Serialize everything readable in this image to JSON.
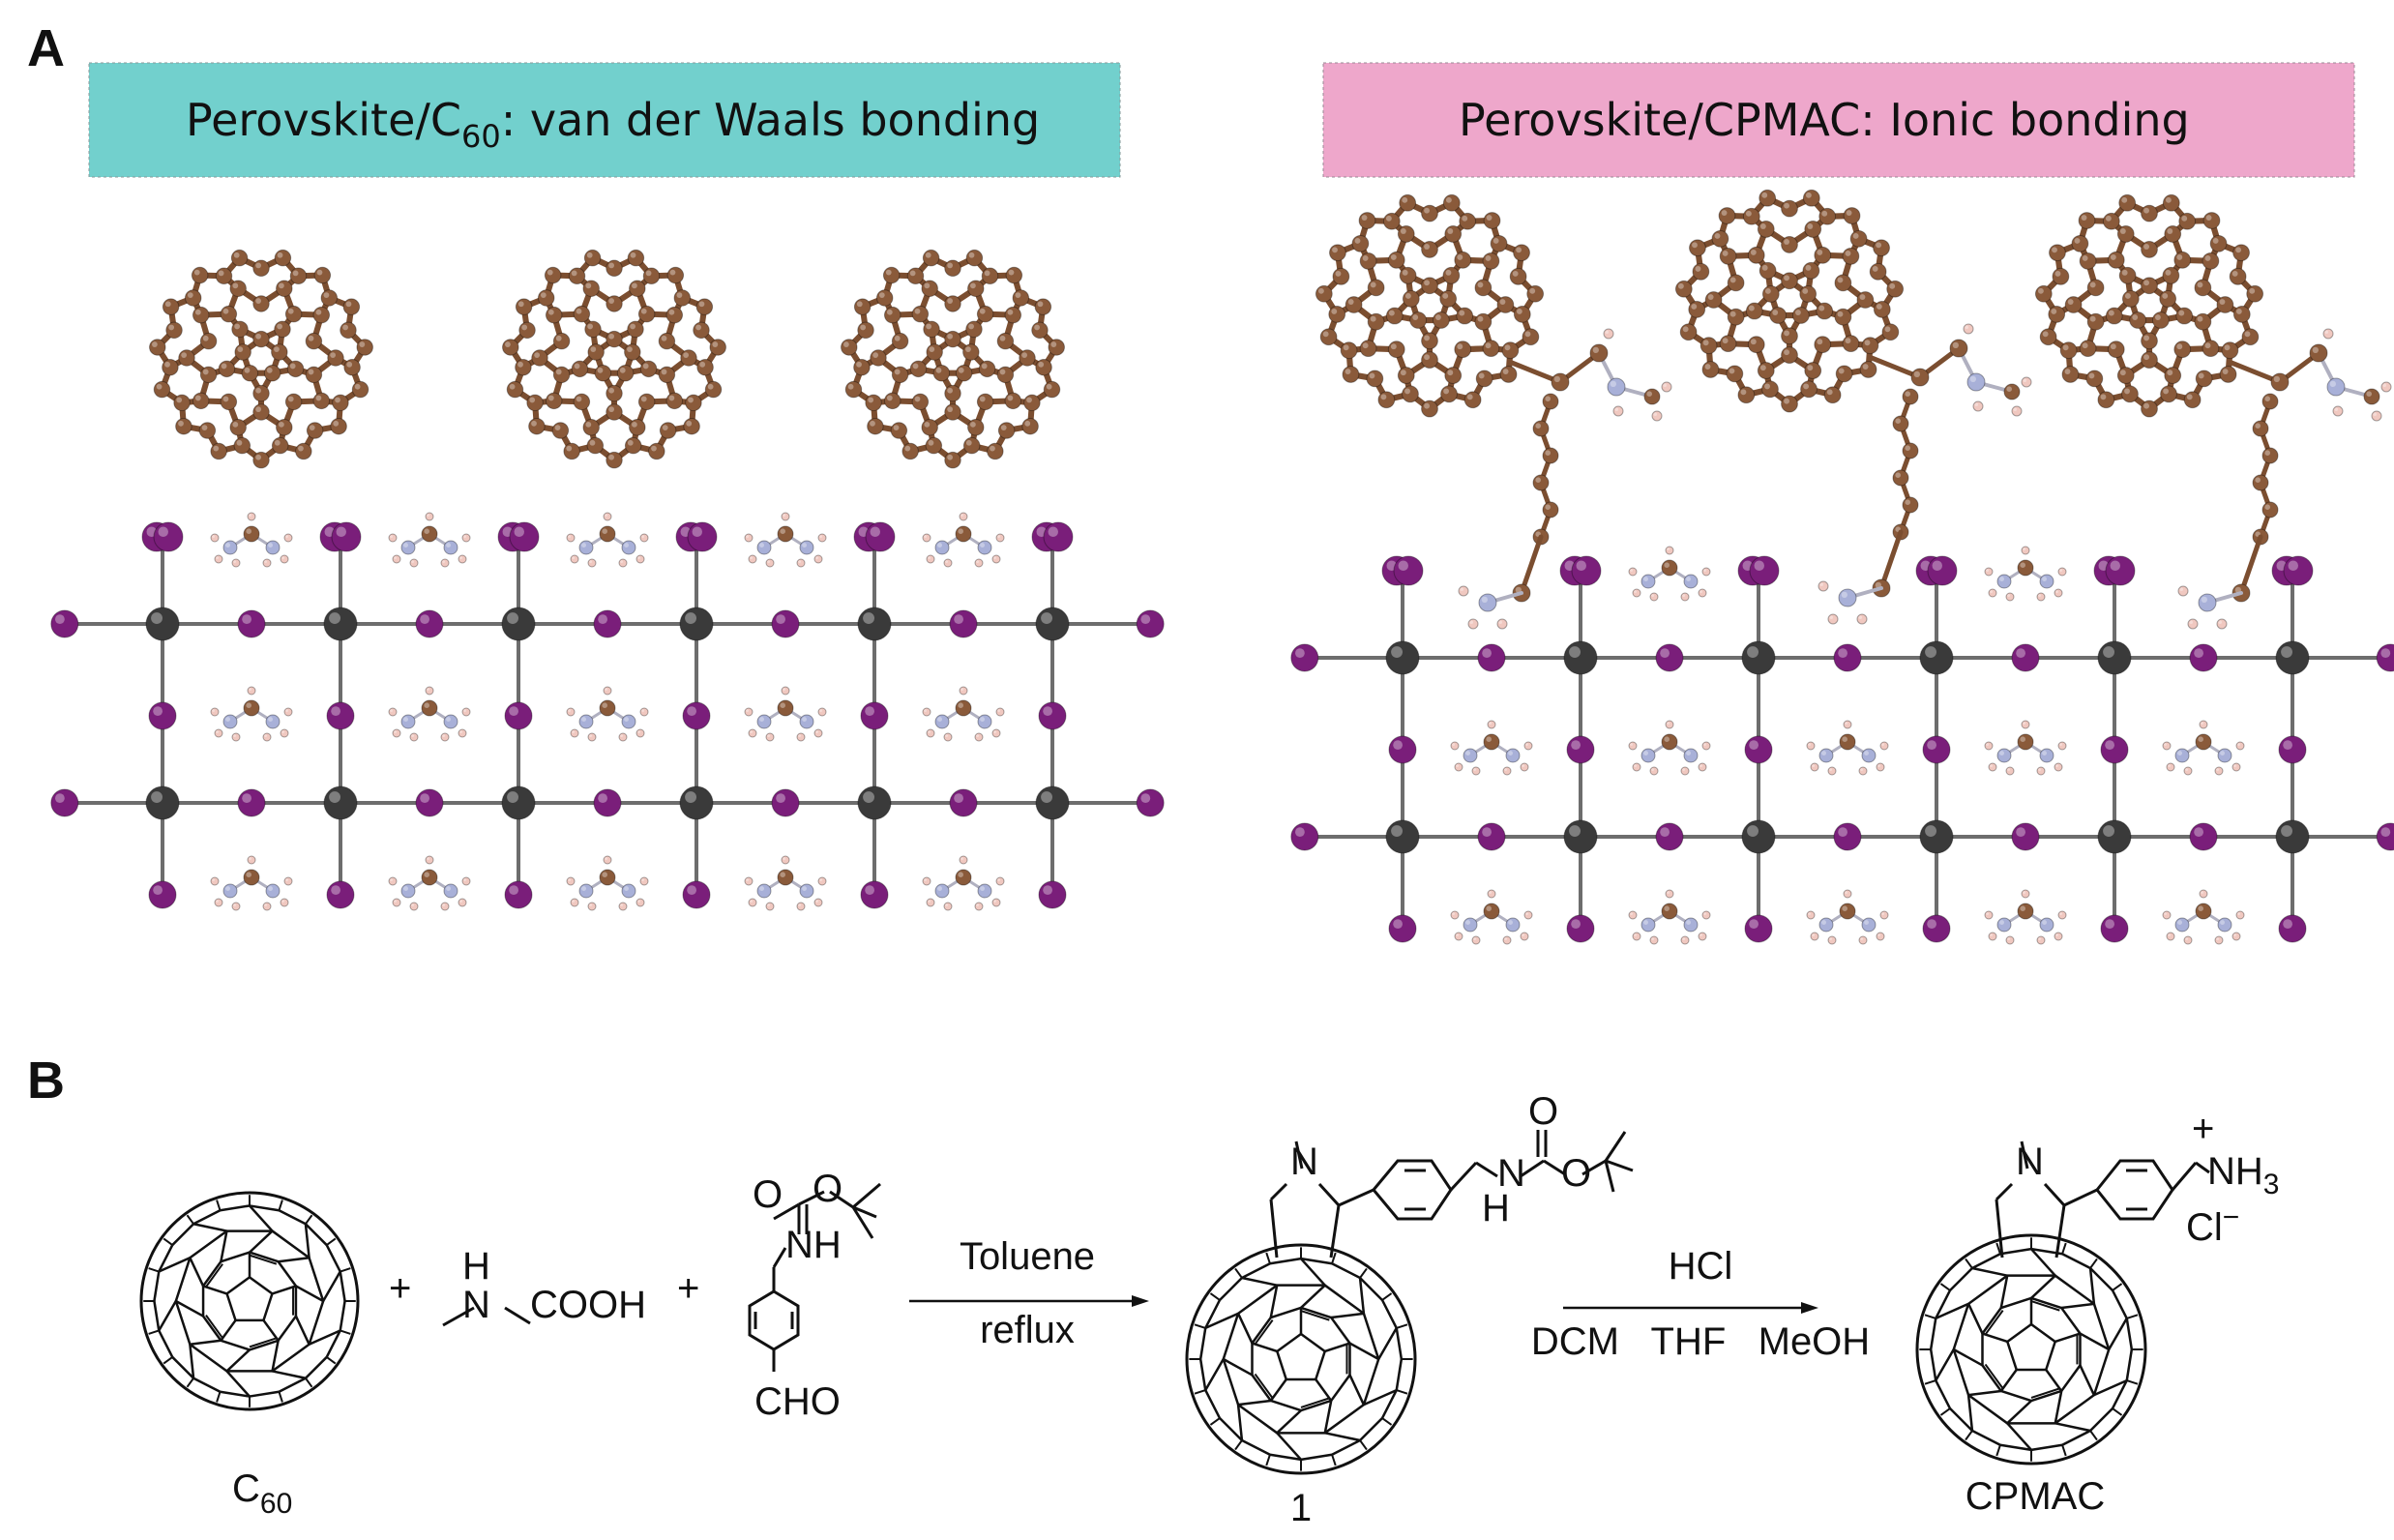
{
  "panel_a": {
    "label": "A",
    "left_banner": {
      "prefix": "Perovskite/C",
      "subscript": "60",
      "suffix": ": van der Waals bonding",
      "color": "#72d0cd"
    },
    "right_banner": {
      "text": "Perovskite/CPMAC: Ionic bonding",
      "color": "#eea7cb"
    }
  },
  "panel_b": {
    "label": "B",
    "c60": {
      "base": "C",
      "sub": "60"
    },
    "plus": "+",
    "sarcosine": {
      "h": "H",
      "n": "N",
      "cooh": "COOH"
    },
    "aldehyde": {
      "o1": "O",
      "o2": "O",
      "nh": "NH",
      "cho": "CHO"
    },
    "step1": {
      "top": "Toluene",
      "bottom": "reflux"
    },
    "compound1": {
      "label": "1",
      "n": "N",
      "nh": "N",
      "h": "H",
      "o1": "O",
      "o2": "O"
    },
    "step2": {
      "top": "HCl",
      "bottom": "DCM   THF   MeOH"
    },
    "cpmac": {
      "label": "CPMAC",
      "n": "N",
      "plus_charge": "+",
      "nh3": "NH",
      "nh3_sub": "3",
      "cl": "Cl",
      "cl_charge": "−"
    }
  },
  "colors": {
    "carbon": "#8a5a3a",
    "iodine": "#7a1e7a",
    "lead": "#3a3a3a",
    "nitrogen": "#a8b0d8",
    "hydrogen": "#f0c8c0"
  }
}
